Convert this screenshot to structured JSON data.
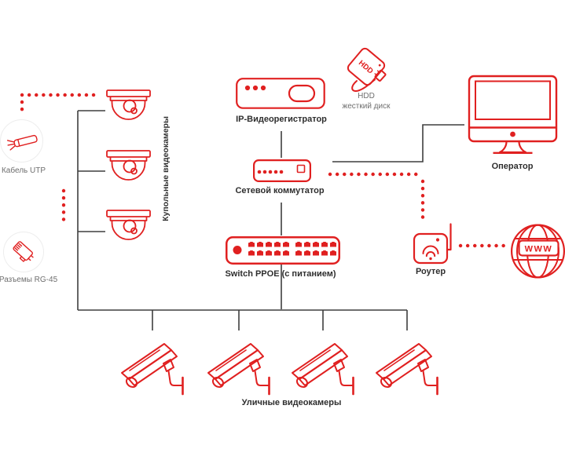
{
  "diagram_type": "cctv-network-scheme",
  "colors": {
    "accent_red": "#e02020",
    "line_dark": "#3f3f3f",
    "label_dark": "#2e2e2e",
    "label_gray": "#6e6e6e",
    "circle_border": "#ededed"
  },
  "legend": {
    "cable": {
      "label": "Кабель UTP"
    },
    "connector": {
      "label": "Разъемы RG-45"
    }
  },
  "nodes": {
    "dome_cameras": {
      "label": "Купольные видеокамеры",
      "count": 3
    },
    "ip_recorder": {
      "label": "IP-Видеорегистратор"
    },
    "hdd": {
      "label_line1": "HDD",
      "label_line2": "жесткий диск",
      "icon_text": "HDD"
    },
    "network_switch": {
      "label": "Сетевой коммутатор"
    },
    "poe_switch": {
      "label": "Switch PPOE (с питанием)"
    },
    "operator": {
      "label": "Оператор"
    },
    "router": {
      "label": "Роутер"
    },
    "internet": {
      "label": "WWW"
    },
    "street_cameras": {
      "label": "Уличные видеокамеры",
      "count": 4
    }
  }
}
